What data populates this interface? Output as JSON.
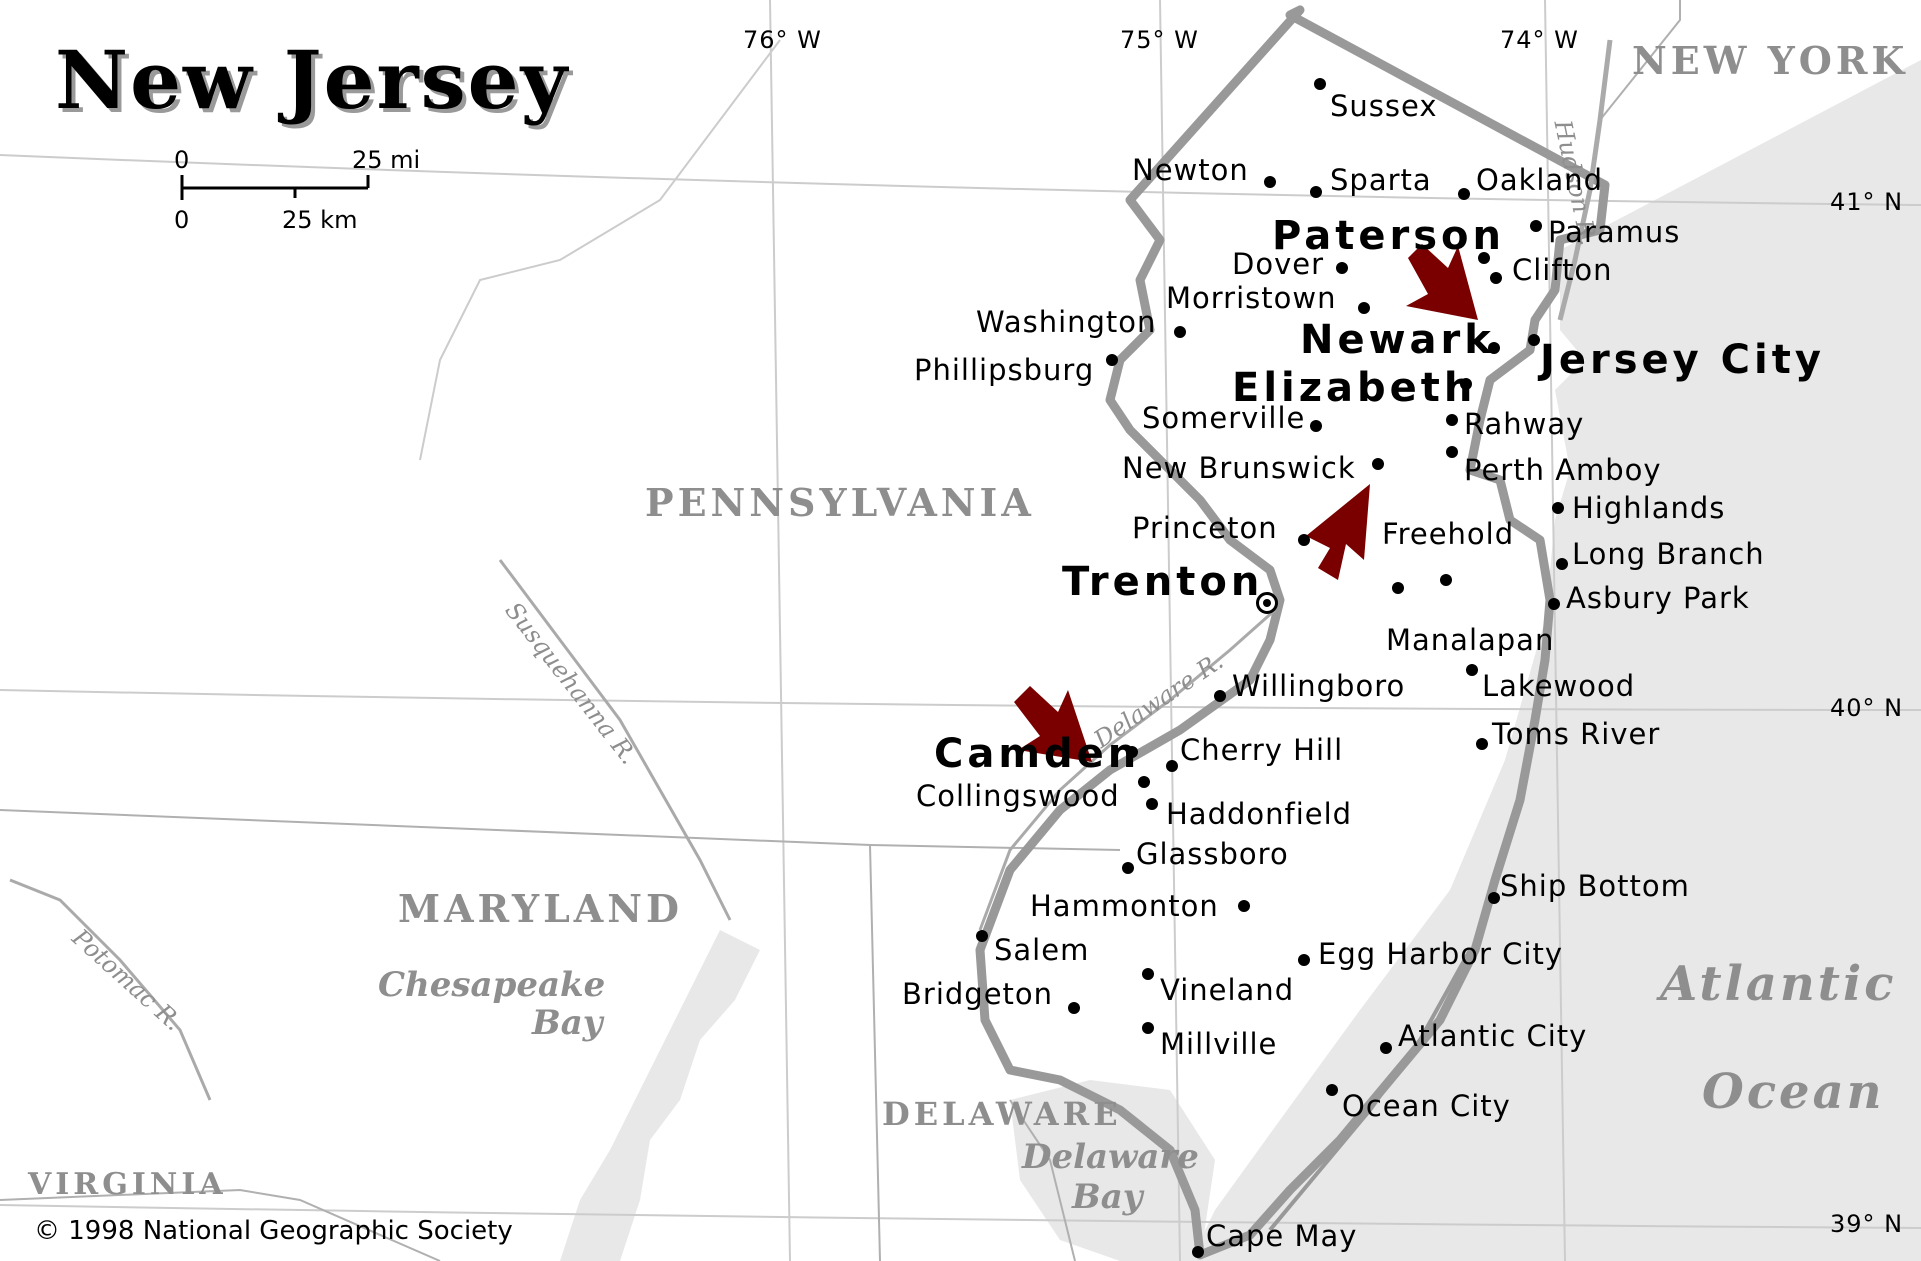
{
  "title": "New Jersey",
  "scale": {
    "mi_zero": "0",
    "mi_value": "25 mi",
    "km_zero": "0",
    "km_value": "25 km"
  },
  "longitudes": {
    "w76": "76° W",
    "w75": "75° W",
    "w74": "74° W"
  },
  "latitudes": {
    "n41": "41° N",
    "n40": "40° N",
    "n39": "39° N"
  },
  "states": {
    "new_york": "NEW YORK",
    "pennsylvania": "PENNSYLVANIA",
    "maryland": "MARYLAND",
    "delaware": "DELAWARE",
    "virginia": "VIRGINIA"
  },
  "water": {
    "chesapeake": "Chesapeake",
    "chesapeake_bay": "Bay",
    "delaware": "Delaware",
    "delaware_bay": "Bay",
    "atlantic": "Atlantic",
    "ocean": "Ocean"
  },
  "rivers": {
    "hudson": "Hudson R.",
    "susquehanna": "Susquehanna R.",
    "delaware": "Delaware R.",
    "potomac": "Potomac R."
  },
  "cities": {
    "sussex": "Sussex",
    "newton": "Newton",
    "sparta": "Sparta",
    "oakland": "Oakland",
    "paterson": "Paterson",
    "paramus": "Paramus",
    "dover": "Dover",
    "clifton": "Clifton",
    "morristown": "Morristown",
    "washington": "Washington",
    "newark": "Newark",
    "jersey_city": "Jersey City",
    "phillipsburg": "Phillipsburg",
    "elizabeth": "Elizabeth",
    "somerville": "Somerville",
    "rahway": "Rahway",
    "new_brunswick": "New Brunswick",
    "perth_amboy": "Perth Amboy",
    "highlands": "Highlands",
    "princeton": "Princeton",
    "freehold": "Freehold",
    "long_branch": "Long Branch",
    "trenton": "Trenton",
    "asbury_park": "Asbury Park",
    "manalapan": "Manalapan",
    "willingboro": "Willingboro",
    "lakewood": "Lakewood",
    "toms_river": "Toms River",
    "camden": "Camden",
    "cherry_hill": "Cherry Hill",
    "collingswood": "Collingswood",
    "haddonfield": "Haddonfield",
    "glassboro": "Glassboro",
    "ship_bottom": "Ship Bottom",
    "hammonton": "Hammonton",
    "salem": "Salem",
    "egg_harbor_city": "Egg Harbor City",
    "bridgeton": "Bridgeton",
    "vineland": "Vineland",
    "atlantic_city": "Atlantic City",
    "millville": "Millville",
    "ocean_city": "Ocean City",
    "cape_may": "Cape May"
  },
  "copyright": "© 1998 National Geographic Society",
  "colors": {
    "arrow": "#7a0000",
    "land_ocean": "#e8e8e8",
    "border": "#999999",
    "grid": "#cccccc"
  }
}
